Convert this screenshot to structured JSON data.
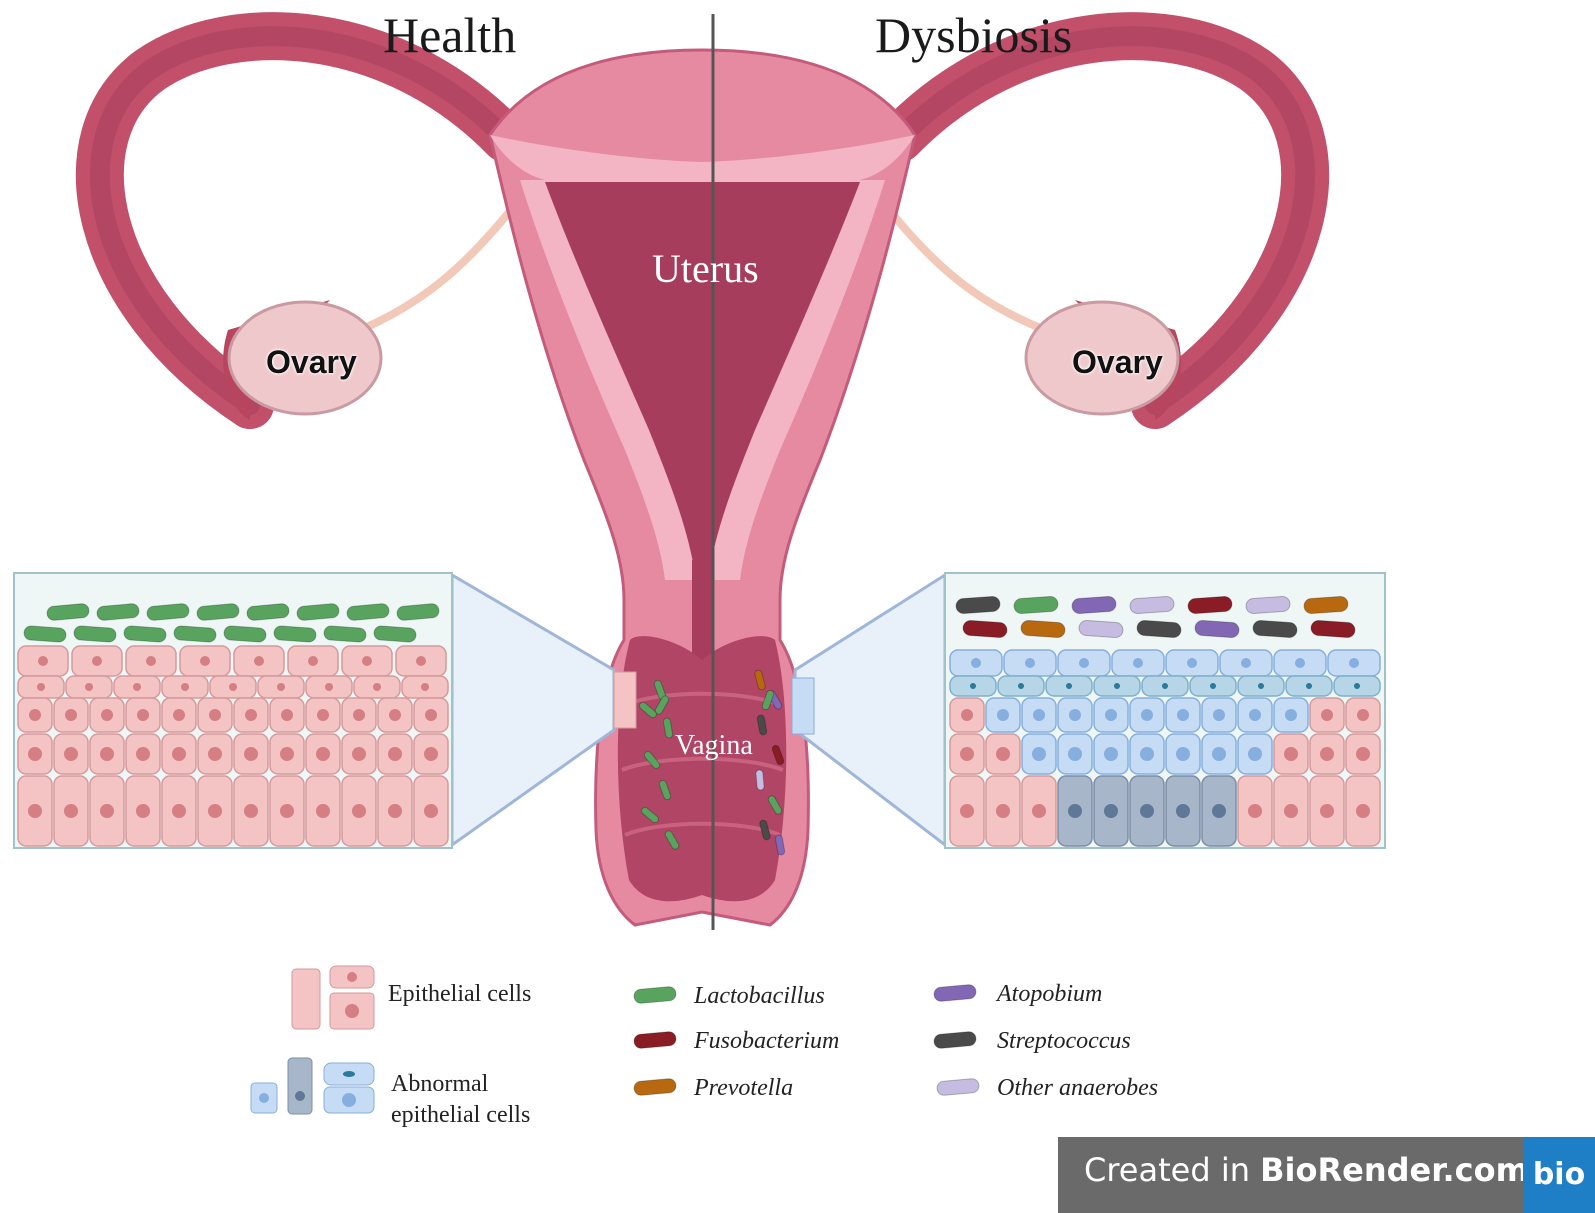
{
  "titles": {
    "left": "Health",
    "right": "Dysbiosis"
  },
  "labels": {
    "uterus": "Uterus",
    "ovary_left": "Ovary",
    "ovary_right": "Ovary",
    "vagina": "Vagina"
  },
  "legend": {
    "epithelial": "Epithelial cells",
    "abnormal_line1": "Abnormal",
    "abnormal_line2": "epithelial cells",
    "bacteria": [
      {
        "name": "Lactobacillus",
        "color": "#58a45f"
      },
      {
        "name": "Fusobacterium",
        "color": "#8a1c26"
      },
      {
        "name": "Prevotella",
        "color": "#b8690f"
      },
      {
        "name": "Atopobium",
        "color": "#8267b5"
      },
      {
        "name": "Streptococcus",
        "color": "#4a4a4a"
      },
      {
        "name": "Other anaerobes",
        "color": "#c6bce2"
      }
    ]
  },
  "badge": {
    "prefix": "Created in ",
    "brand": "BioRender.com",
    "logo": "bio"
  },
  "colors": {
    "tube": "#c2506b",
    "tube_dark": "#8f2c47",
    "uterus_outer": "#e68aa2",
    "uterus_inner": "#f3b4c4",
    "cavity": "#a63d5c",
    "ovary": "#efc8cc",
    "cell_pink": "#f3c4c3",
    "nucleus_pink": "#d57f84",
    "cell_blue": "#c6dcf4",
    "nucleus_blue": "#86aede",
    "cell_grey": "#a7b6c9",
    "mucus": "#eef6f6",
    "funnel": "#e8f0fa"
  }
}
